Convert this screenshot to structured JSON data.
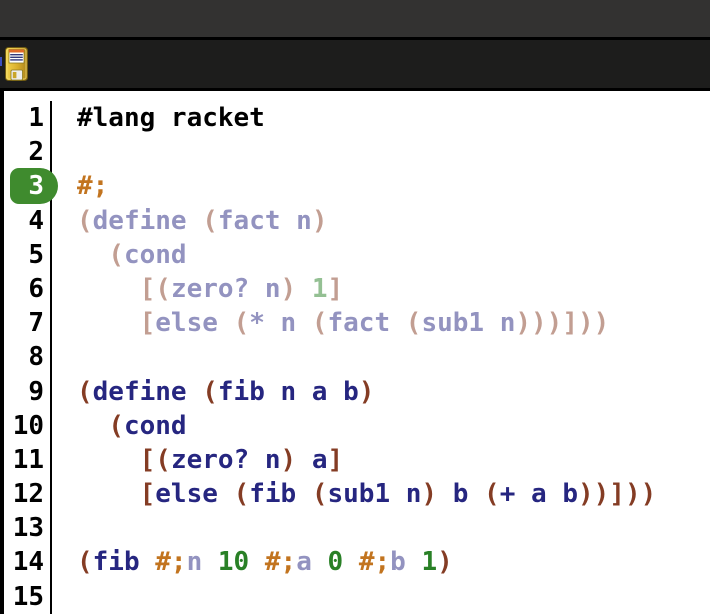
{
  "window": {
    "titlebar_color": "#333231",
    "toolbar_color": "#1d1d1c",
    "divider_color": "#000000"
  },
  "toolbar": {
    "save_button": {
      "icon": "floppy-disk",
      "label": "Save"
    },
    "left_edge_indicator_color": "#3c50c0"
  },
  "editor": {
    "background": "#ffffff",
    "language_line": "#lang racket",
    "highlighted_line": 3,
    "gutter": {
      "separator_color": "#000000",
      "text_color": "#000000",
      "highlight_color": "#3f8b2e",
      "highlight_text_color": "#ffffff"
    },
    "token_colors": {
      "plain": "#000000",
      "comment": "#c2741f",
      "paren": "#843c24",
      "id": "#262680",
      "num": "#298026",
      "paren_f": "#c29e92",
      "id_f": "#9393c0",
      "num_f": "#94c093"
    },
    "lines": [
      {
        "num": 1,
        "segments": [
          [
            "plain",
            "#lang racket"
          ]
        ]
      },
      {
        "num": 2,
        "segments": []
      },
      {
        "num": 3,
        "segments": [
          [
            "comment",
            "#;"
          ]
        ]
      },
      {
        "num": 4,
        "segments": [
          [
            "paren_f",
            "("
          ],
          [
            "id_f",
            "define "
          ],
          [
            "paren_f",
            "("
          ],
          [
            "id_f",
            "fact n"
          ],
          [
            "paren_f",
            ")"
          ]
        ]
      },
      {
        "num": 5,
        "segments": [
          [
            "plain",
            "  "
          ],
          [
            "paren_f",
            "("
          ],
          [
            "id_f",
            "cond"
          ]
        ]
      },
      {
        "num": 6,
        "segments": [
          [
            "plain",
            "    "
          ],
          [
            "paren_f",
            "[("
          ],
          [
            "id_f",
            "zero? n"
          ],
          [
            "paren_f",
            ")"
          ],
          [
            "plain",
            " "
          ],
          [
            "num_f",
            "1"
          ],
          [
            "paren_f",
            "]"
          ]
        ]
      },
      {
        "num": 7,
        "segments": [
          [
            "plain",
            "    "
          ],
          [
            "paren_f",
            "["
          ],
          [
            "id_f",
            "else "
          ],
          [
            "paren_f",
            "("
          ],
          [
            "id_f",
            "* n "
          ],
          [
            "paren_f",
            "("
          ],
          [
            "id_f",
            "fact "
          ],
          [
            "paren_f",
            "("
          ],
          [
            "id_f",
            "sub1 n"
          ],
          [
            "paren_f",
            ")))]))"
          ]
        ]
      },
      {
        "num": 8,
        "segments": []
      },
      {
        "num": 9,
        "segments": [
          [
            "paren",
            "("
          ],
          [
            "id",
            "define "
          ],
          [
            "paren",
            "("
          ],
          [
            "id",
            "fib n a b"
          ],
          [
            "paren",
            ")"
          ]
        ]
      },
      {
        "num": 10,
        "segments": [
          [
            "plain",
            "  "
          ],
          [
            "paren",
            "("
          ],
          [
            "id",
            "cond"
          ]
        ]
      },
      {
        "num": 11,
        "segments": [
          [
            "plain",
            "    "
          ],
          [
            "paren",
            "[("
          ],
          [
            "id",
            "zero? n"
          ],
          [
            "paren",
            ")"
          ],
          [
            "plain",
            " "
          ],
          [
            "id",
            "a"
          ],
          [
            "paren",
            "]"
          ]
        ]
      },
      {
        "num": 12,
        "segments": [
          [
            "plain",
            "    "
          ],
          [
            "paren",
            "["
          ],
          [
            "id",
            "else "
          ],
          [
            "paren",
            "("
          ],
          [
            "id",
            "fib "
          ],
          [
            "paren",
            "("
          ],
          [
            "id",
            "sub1 n"
          ],
          [
            "paren",
            ")"
          ],
          [
            "id",
            " b "
          ],
          [
            "paren",
            "("
          ],
          [
            "id",
            "+ a b"
          ],
          [
            "paren",
            "))]))"
          ]
        ]
      },
      {
        "num": 13,
        "segments": []
      },
      {
        "num": 14,
        "segments": [
          [
            "paren",
            "("
          ],
          [
            "id",
            "fib "
          ],
          [
            "comment",
            "#;"
          ],
          [
            "id_f",
            "n"
          ],
          [
            "plain",
            " "
          ],
          [
            "num",
            "10"
          ],
          [
            "plain",
            " "
          ],
          [
            "comment",
            "#;"
          ],
          [
            "id_f",
            "a"
          ],
          [
            "plain",
            " "
          ],
          [
            "num",
            "0"
          ],
          [
            "plain",
            " "
          ],
          [
            "comment",
            "#;"
          ],
          [
            "id_f",
            "b"
          ],
          [
            "plain",
            " "
          ],
          [
            "num",
            "1"
          ],
          [
            "paren",
            ")"
          ]
        ]
      },
      {
        "num": 15,
        "segments": []
      }
    ]
  }
}
